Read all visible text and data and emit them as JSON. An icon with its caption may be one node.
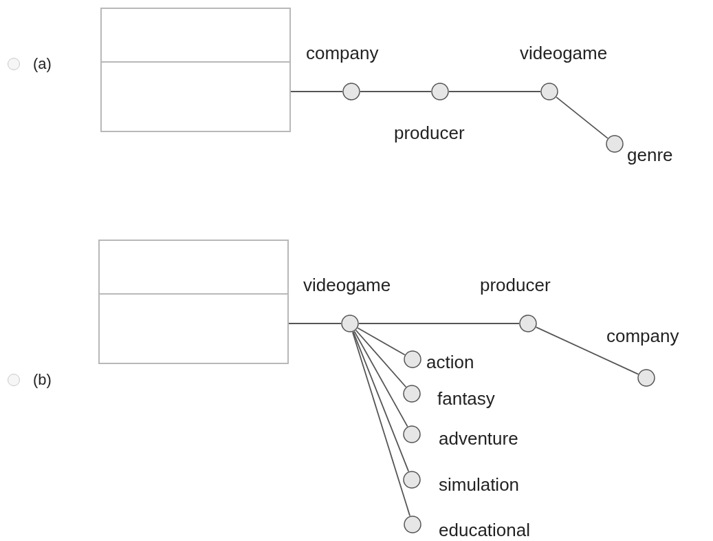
{
  "diagram": {
    "nodes": [
      {
        "text": [],
        "shape": "box"
      },
      {
        "text": [],
        "shape": "circle",
        "beside": [
          "company"
        ]
      },
      {
        "text": [],
        "shape": "circle",
        "beside": [
          "producer"
        ]
      },
      {
        "text": [],
        "shape": "circle",
        "beside": [
          "videogame"
        ]
      },
      {
        "text": [],
        "shape": "circle",
        "beside": [
          "genre"
        ]
      },
      {
        "text": [],
        "shape": "box"
      },
      {
        "text": [],
        "shape": "circle",
        "beside": [
          "videogame"
        ]
      },
      {
        "text": [],
        "shape": "circle",
        "beside": [
          "producer"
        ]
      },
      {
        "text": [],
        "shape": "circle",
        "beside": [
          "company"
        ]
      },
      {
        "text": [],
        "shape": "circle",
        "beside": [
          "action"
        ]
      },
      {
        "text": [],
        "shape": "circle",
        "beside": [
          "fantasy"
        ]
      },
      {
        "text": [],
        "shape": "circle",
        "beside": [
          "adventure"
        ]
      },
      {
        "text": [],
        "shape": "circle",
        "beside": [
          "simulation"
        ]
      },
      {
        "text": [],
        "shape": "circle",
        "beside": [
          "educational"
        ]
      }
    ],
    "edges": [
      {
        "from": 0,
        "to": 1,
        "arrow": "none"
      },
      {
        "from": 1,
        "to": 2,
        "arrow": "none"
      },
      {
        "from": 2,
        "to": 3,
        "arrow": "none"
      },
      {
        "from": 3,
        "to": 4,
        "arrow": "none"
      },
      {
        "from": 5,
        "to": 6,
        "arrow": "none"
      },
      {
        "from": 6,
        "to": 7,
        "arrow": "none"
      },
      {
        "from": 7,
        "to": 8,
        "arrow": "none"
      },
      {
        "from": 6,
        "to": 9,
        "arrow": "none"
      },
      {
        "from": 6,
        "to": 10,
        "arrow": "none"
      },
      {
        "from": 6,
        "to": 11,
        "arrow": "none"
      },
      {
        "from": 6,
        "to": 12,
        "arrow": "none"
      },
      {
        "from": 6,
        "to": 13,
        "arrow": "none"
      }
    ],
    "labels": [
      "(a)",
      "(b)"
    ]
  }
}
